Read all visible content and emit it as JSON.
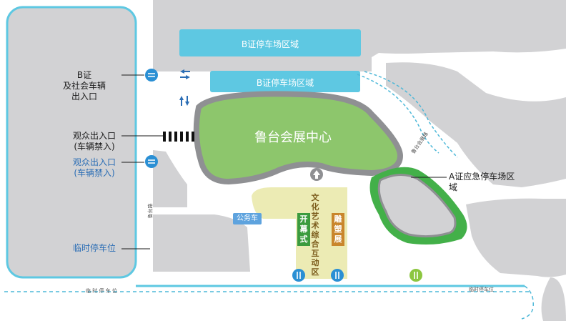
{
  "venue": {
    "name": "鲁台会展中心"
  },
  "zones": {
    "b_parking_top": "B证停车场区域",
    "b_parking_mid": "B证停车场区域",
    "a_emergency": "A证应急停车场区域",
    "bus": "公务车",
    "interactive": "文化艺术综合互动区",
    "opening": "开幕式",
    "sculpture": "雕塑展"
  },
  "callouts": {
    "b_entrance": "B证\n及社会车辆\n出入口",
    "audience_entrance_1": "观众出入口\n(车辆禁入)",
    "audience_entrance_2": "观众出入口\n(车辆禁入)",
    "temp_parking_left": "临时停车位"
  },
  "road_labels": {
    "temp_parking_bottom": "临时停车位",
    "dashed_bottom": "临 时 停 车 位",
    "road_vertical": "鲁台路",
    "road_diagonal": "鲁台会展路"
  },
  "colors": {
    "block_gray": "#d2d2d4",
    "parking_blue": "#5ec8e2",
    "venue_green": "#8dc66c",
    "venue_border": "#8f9093",
    "a_zone_green": "#43b049",
    "plaza_yellow": "#ecebb4",
    "opening_green": "#3b9b3e",
    "sculpture_brown": "#c9862c",
    "bus_blue": "#5ea3de",
    "callout_blue": "#2a6db5",
    "gate_blue": "#2a8fd4",
    "gate_green": "#8cc63f",
    "dash_road": "#4db8d8"
  },
  "icons": {
    "gate": "two-way-arrows-icon",
    "venue_entrance": "up-arrow-icon"
  }
}
